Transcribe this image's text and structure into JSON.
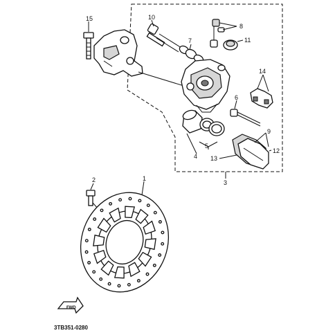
{
  "callouts": {
    "c1": "1",
    "c2": "2",
    "c3": "3",
    "c4": "4",
    "c5": "5",
    "c6": "6",
    "c7": "7",
    "c8": "8",
    "c9": "9",
    "c10": "10",
    "c11": "11",
    "c12": "12",
    "c13": "13",
    "c14": "14",
    "c15": "15"
  },
  "fwd_label": "FWD",
  "diagram_code": "3TB351-0280"
}
